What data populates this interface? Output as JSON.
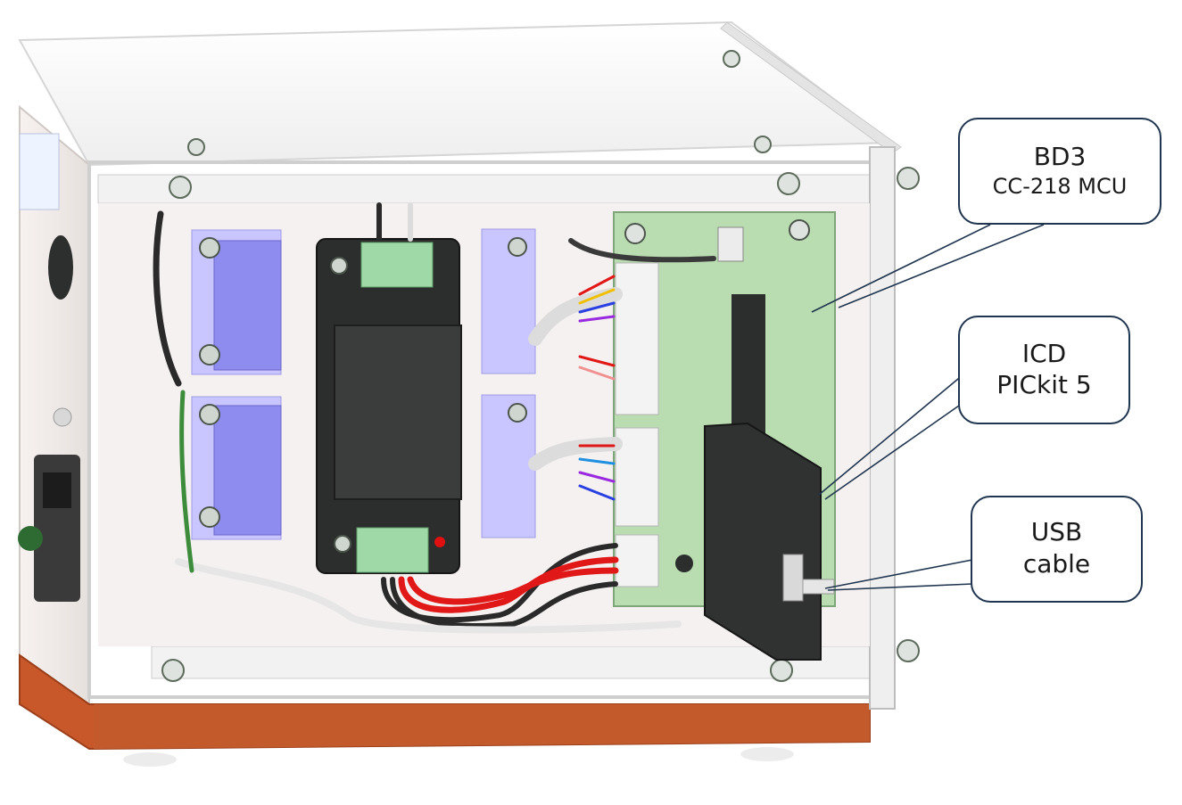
{
  "callouts": {
    "bd3": {
      "line1": "BD3",
      "line2": "CC-218 MCU"
    },
    "icd": {
      "line1": "ICD",
      "line2": "PICkit 5"
    },
    "usb": {
      "line1": "USB",
      "line2": "cable"
    }
  },
  "colors": {
    "enclosure_base": "#c8582a",
    "pcb_green": "#b9dcb0",
    "heatsink_blue": "#8f8cf0",
    "module_black": "#2b2e2c",
    "connector_green": "#9fd9a8",
    "callout_border": "#1f3550"
  },
  "components": {
    "enclosure": "enclosure",
    "mcu_board": "mcu-board",
    "programmer": "programmer",
    "power_module": "power-module"
  }
}
